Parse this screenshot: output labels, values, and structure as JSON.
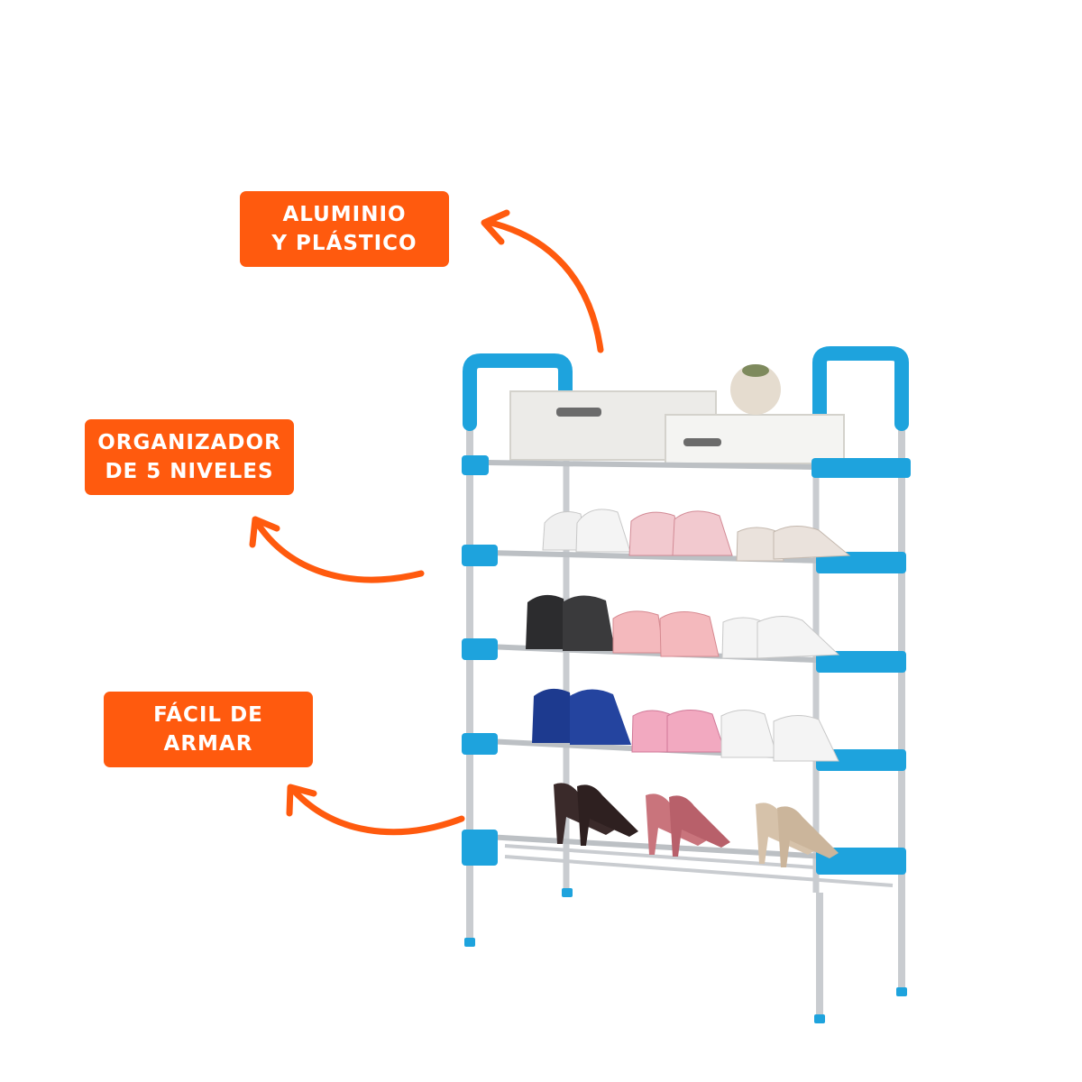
{
  "colors": {
    "accent": "#ff5a0e",
    "frame_blue": "#1ea3dd",
    "steel": "#c9ccd0",
    "box": "#ecebe8"
  },
  "callouts": [
    {
      "line1": "ALUMINIO",
      "line2": "Y PLÁSTICO"
    },
    {
      "line1": "ORGANIZADOR",
      "line2": "DE 5 NIVELES"
    },
    {
      "line1": "FÁCIL DE",
      "line2": "ARMAR"
    }
  ],
  "product": {
    "tiers": 5
  }
}
